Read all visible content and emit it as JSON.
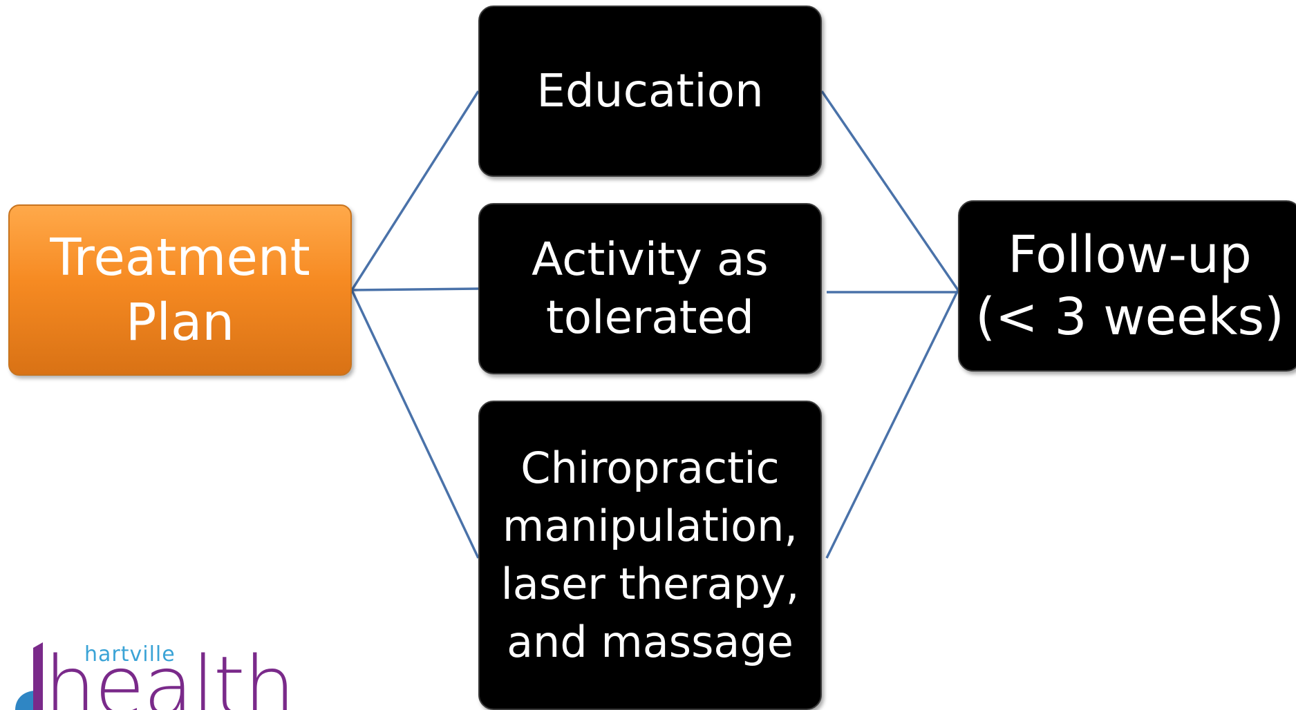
{
  "diagram": {
    "nodes": {
      "treatment": {
        "label": "Treatment\nPlan"
      },
      "education": {
        "label": "Education"
      },
      "activity": {
        "label": "Activity as\ntolerated"
      },
      "chiro": {
        "label": "Chiropractic\nmanipulation,\nlaser therapy,\nand massage"
      },
      "followup": {
        "label": "Follow-up\n(< 3 weeks)"
      }
    },
    "colors": {
      "node_fill": "#000000",
      "root_fill": "#f7922c",
      "connector": "#4a72a9",
      "text": "#ffffff"
    }
  },
  "logo": {
    "small_text": "hartville",
    "main_text": "health",
    "colors": {
      "small_text": "#3aa3d6",
      "main_text": "#7a2a8a",
      "accent": "#2f86c4"
    }
  }
}
